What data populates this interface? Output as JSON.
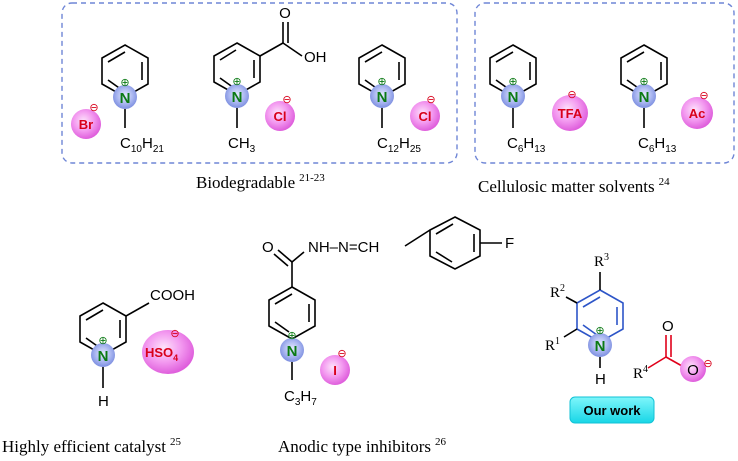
{
  "captions": {
    "biodegradable": "Biodegradable",
    "biodegradable_ref": "21-23",
    "cellulosic": "Cellulosic matter solvents",
    "cellulosic_ref": "24",
    "catalyst": "Highly efficient catalyst",
    "catalyst_ref": "25",
    "inhibitors": "Anodic type inhibitors",
    "inhibitors_ref": "26"
  },
  "badge": {
    "label": "Our work"
  },
  "atoms": {
    "n": "N",
    "c": "C",
    "h": "H",
    "oh": "OH",
    "o": "O",
    "f": "F",
    "plus": "⊕",
    "minus": "⊖",
    "cooh": "COOH",
    "nh_left": "NH",
    "nh_n": "–N=CH",
    "r": "R",
    "r1": "1",
    "r2": "2",
    "r3": "3",
    "r4": "4"
  },
  "substituents": {
    "c10h21": {
      "a": "C",
      "b": "10",
      "c": "H",
      "d": "21"
    },
    "ch3": {
      "a": "CH",
      "b": "3"
    },
    "c12h25": {
      "a": "C",
      "b": "12",
      "c": "H",
      "d": "25"
    },
    "c6h13": {
      "a": "C",
      "b": "6",
      "c": "H",
      "d": "13"
    },
    "c3h7": {
      "a": "C",
      "b": "3",
      "c": "H",
      "d": "7"
    }
  },
  "anions": {
    "br": "Br",
    "cl": "Cl",
    "tfa": "TFA",
    "ac": "Ac",
    "hso4_a": "HSO",
    "hso4_b": "4",
    "i": "I"
  },
  "colors": {
    "dashed_box": "#6f86d6",
    "cation_n": "#8fa0e8",
    "anion_bubble": "#f28ef0",
    "badge": "#2ee0ee",
    "red_group": "#e0001a"
  }
}
